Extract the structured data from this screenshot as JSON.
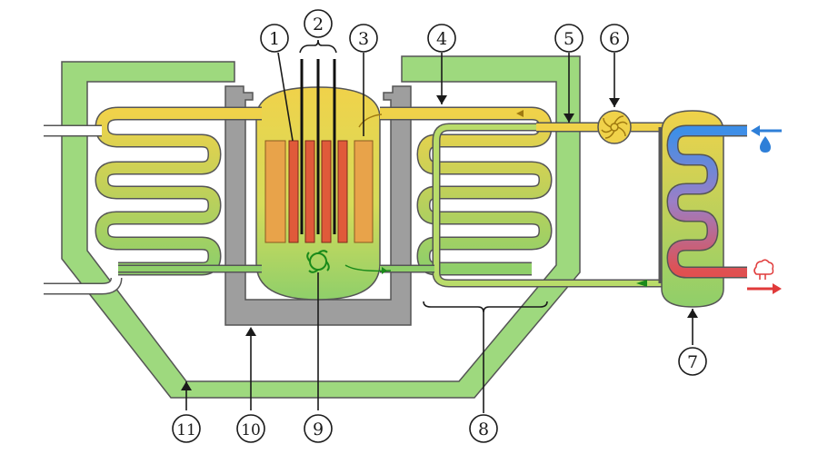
{
  "callouts": [
    {
      "id": "1",
      "text": "1"
    },
    {
      "id": "2",
      "text": "2"
    },
    {
      "id": "3",
      "text": "3"
    },
    {
      "id": "4",
      "text": "4"
    },
    {
      "id": "5",
      "text": "5"
    },
    {
      "id": "6",
      "text": "6"
    },
    {
      "id": "7",
      "text": "7"
    },
    {
      "id": "8",
      "text": "8"
    },
    {
      "id": "9",
      "text": "9"
    },
    {
      "id": "10",
      "text": "10"
    },
    {
      "id": "11",
      "text": "11"
    }
  ],
  "colors": {
    "containment": "#9ed97e",
    "containment_edge": "#555555",
    "shield": "#9e9e9e",
    "primary_hot": "#f0d24a",
    "primary_cool": "#8fcf6a",
    "intermediate": "#cfe07a",
    "steam_generator_top": "#5aa0e8",
    "steam_generator_mid": "#9b7fc6",
    "steam_generator_bottom": "#e05050",
    "fuel_rod": "#e8a34a",
    "control_rod": "#e05a3a",
    "feedwater": "#2e7fd8",
    "steam_out": "#e03a3a"
  },
  "icons": {
    "pump": "turbine-pump-icon",
    "core_pump": "core-circulation-pump-icon",
    "feedwater": "water-drop-icon",
    "steam": "steam-cloud-icon"
  }
}
